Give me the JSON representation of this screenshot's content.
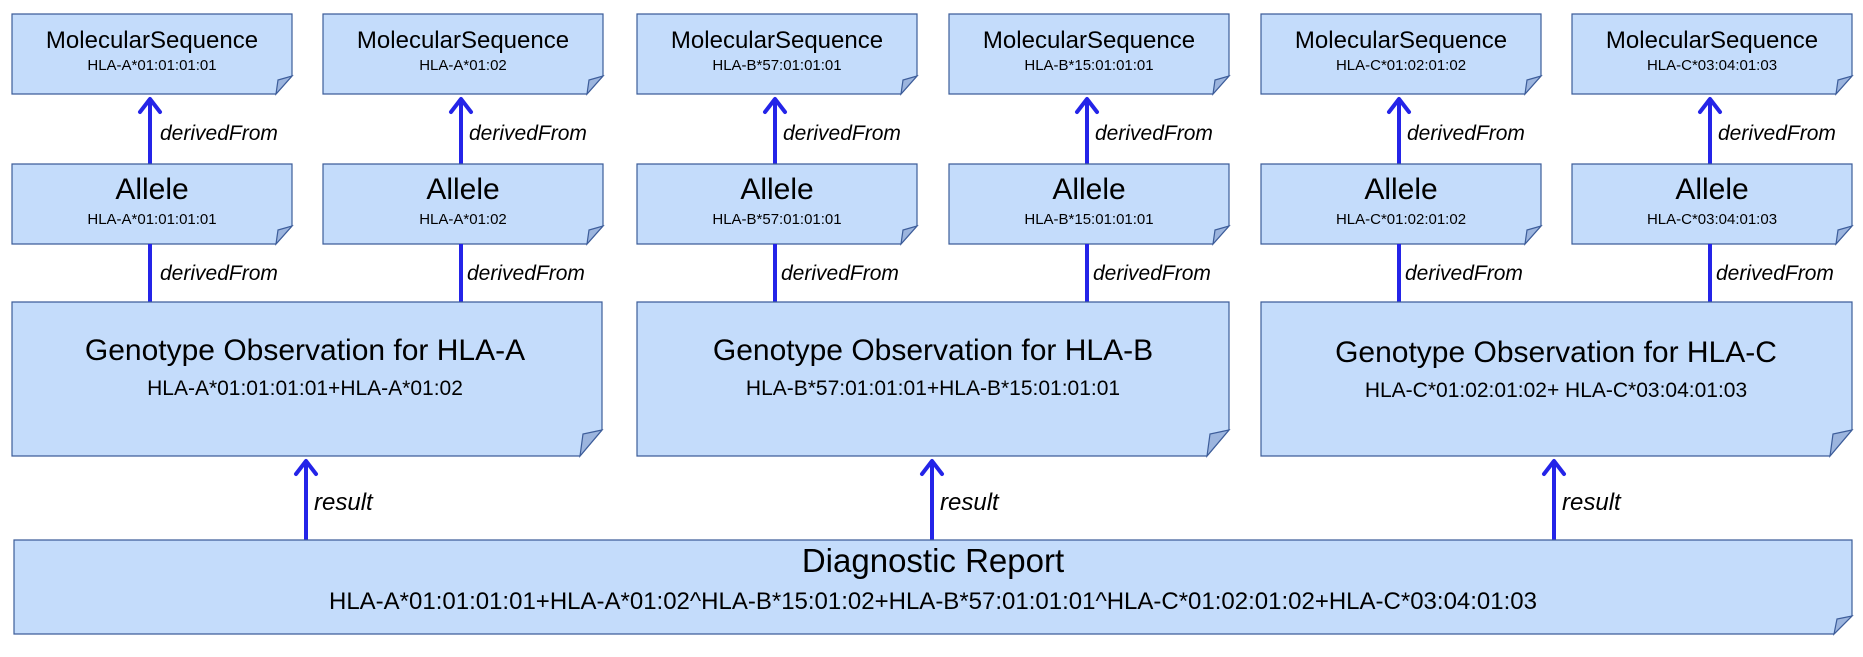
{
  "molecular_sequences": [
    {
      "title": "MolecularSequence",
      "id": "HLA-A*01:01:01:01"
    },
    {
      "title": "MolecularSequence",
      "id": "HLA-A*01:02"
    },
    {
      "title": "MolecularSequence",
      "id": "HLA-B*57:01:01:01"
    },
    {
      "title": "MolecularSequence",
      "id": "HLA-B*15:01:01:01"
    },
    {
      "title": "MolecularSequence",
      "id": "HLA-C*01:02:01:02"
    },
    {
      "title": "MolecularSequence",
      "id": "HLA-C*03:04:01:03"
    }
  ],
  "alleles": [
    {
      "title": "Allele",
      "id": "HLA-A*01:01:01:01"
    },
    {
      "title": "Allele",
      "id": "HLA-A*01:02"
    },
    {
      "title": "Allele",
      "id": "HLA-B*57:01:01:01"
    },
    {
      "title": "Allele",
      "id": "HLA-B*15:01:01:01"
    },
    {
      "title": "Allele",
      "id": "HLA-C*01:02:01:02"
    },
    {
      "title": "Allele",
      "id": "HLA-C*03:04:01:03"
    }
  ],
  "genotypes": [
    {
      "title": "Genotype Observation for HLA-A",
      "value": "HLA-A*01:01:01:01+HLA-A*01:02"
    },
    {
      "title": "Genotype Observation for HLA-B",
      "value": "HLA-B*57:01:01:01+HLA-B*15:01:01:01"
    },
    {
      "title": "Genotype Observation for HLA-C",
      "value": "HLA-C*01:02:01:02+ HLA-C*03:04:01:03"
    }
  ],
  "report": {
    "title": "Diagnostic Report",
    "value": "HLA-A*01:01:01:01+HLA-A*01:02^HLA-B*15:01:02+HLA-B*57:01:01:01^HLA-C*01:02:01:02+HLA-C*03:04:01:03"
  },
  "edge_labels": {
    "derived": "derivedFrom",
    "result": "result"
  },
  "colors": {
    "box_fill": "#c4dcfb",
    "box_border": "#3d5d9a",
    "fold": "#9cb5de",
    "arrow": "#2424e8"
  }
}
